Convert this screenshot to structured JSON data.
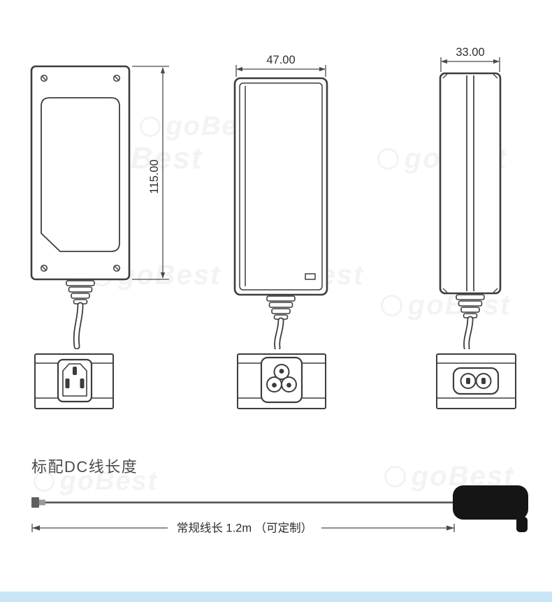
{
  "watermark": {
    "brand": "goBest"
  },
  "drawings": {
    "front_view": {
      "height_dimension": "115.00"
    },
    "side_view": {
      "width_dimension": "47.00"
    },
    "edge_view": {
      "width_dimension": "33.00"
    }
  },
  "dc_cable": {
    "heading": "标配DC线长度",
    "length_note": "常规线长 1.2m （可定制）"
  }
}
